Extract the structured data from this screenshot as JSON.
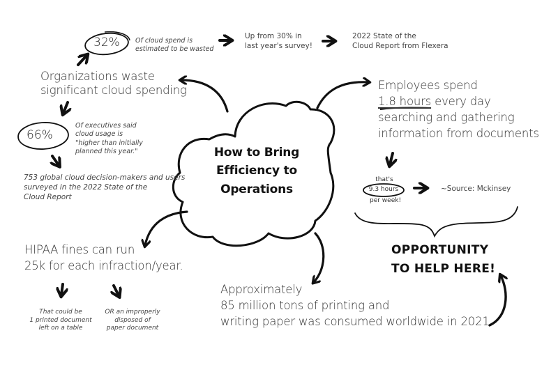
{
  "center": {
    "title_lines": [
      "How to Bring",
      "Efficiency to",
      "Operations"
    ]
  },
  "cloud_waste": {
    "headline_lines": [
      "Organizations waste",
      "significant cloud spending"
    ],
    "stat_32": {
      "value": "32%",
      "caption_lines": [
        "Of cloud spend is",
        "estimated to be wasted"
      ]
    },
    "trend_lines": [
      "Up from 30% in",
      "last year's survey!"
    ],
    "source_lines": [
      "2022 State of the",
      "Cloud Report from Flexera"
    ],
    "stat_66": {
      "value": "66%",
      "caption_lines": [
        "Of executives said",
        "cloud usage is",
        "\"higher than initially",
        "planned this year.\""
      ]
    },
    "survey_lines": [
      "753 global cloud decision-makers and users",
      "surveyed in the 2022 State of the",
      "Cloud Report"
    ]
  },
  "employees": {
    "line1": "Employees spend",
    "highlight": "1.8 hours",
    "line2_rest": " every day",
    "line3": "searching and gathering",
    "line4": "information from documents",
    "weekly": {
      "prefix": "that's",
      "value": "9.3 hours",
      "suffix": "per week!"
    },
    "source": "~Source: Mckinsey"
  },
  "opportunity": {
    "lines": [
      "OPPORTUNITY",
      "TO HELP HERE!"
    ]
  },
  "paper": {
    "lines": [
      "Approximately",
      "85 million tons of printing and",
      "writing paper was consumed worldwide in 2021"
    ]
  },
  "hipaa": {
    "headline_lines": [
      "HIPAA fines can run",
      "25k for each infraction/year."
    ],
    "example_left_lines": [
      "That could be",
      "1 printed document",
      "left on a table"
    ],
    "example_right_lines": [
      "OR an improperly",
      "disposed of",
      "paper document"
    ]
  },
  "colors": {
    "background": "#ffffff",
    "ink": "#111111",
    "text": "#333333"
  }
}
